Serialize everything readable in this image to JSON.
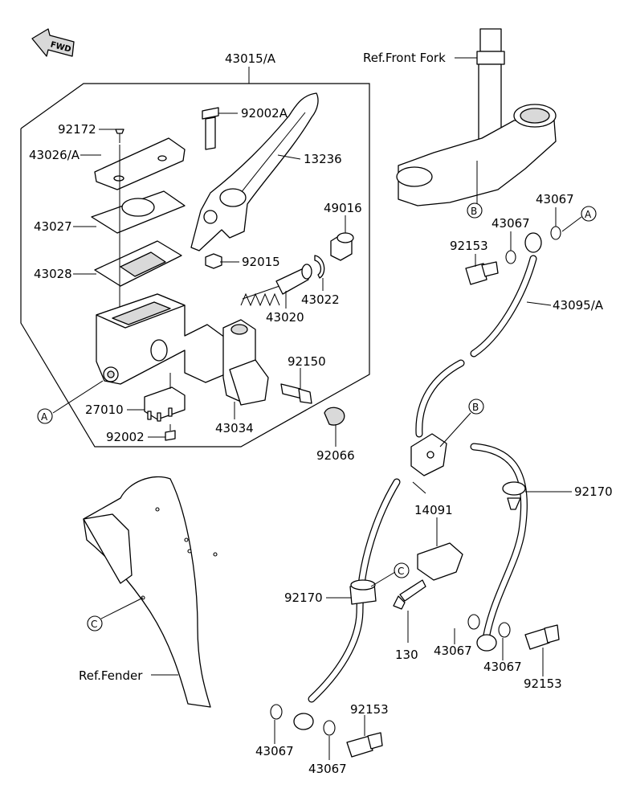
{
  "direction_badge": {
    "label": "FWD"
  },
  "assembly_label": "43015/A",
  "ref_labels": {
    "front_fork": "Ref.Front Fork",
    "fender": "Ref.Fender"
  },
  "connectors": {
    "a_left": "A",
    "a_right": "A",
    "b_fork": "B",
    "b_hose": "B",
    "c_hose": "C",
    "c_fender": "C"
  },
  "part_labels": {
    "p92172": "92172",
    "p43026a": "43026/A",
    "p43027": "43027",
    "p43028": "43028",
    "p92002a": "92002A",
    "p13236": "13236",
    "p49016": "49016",
    "p92015": "92015",
    "p43022": "43022",
    "p43020": "43020",
    "p27010": "27010",
    "p92002": "92002",
    "p43034": "43034",
    "p92150": "92150",
    "p92066": "92066",
    "p43067_top_right": "43067",
    "p43067_top_mid": "43067",
    "p92153_top": "92153",
    "p43095a": "43095/A",
    "p92170_right": "92170",
    "p14091": "14091",
    "p92170_left": "92170",
    "p130": "130",
    "p43067_mid": "43067",
    "p43067_right": "43067",
    "p92153_right": "92153",
    "p92153_bottom": "92153",
    "p43067_bottom_left": "43067",
    "p43067_bottom_mid": "43067"
  }
}
